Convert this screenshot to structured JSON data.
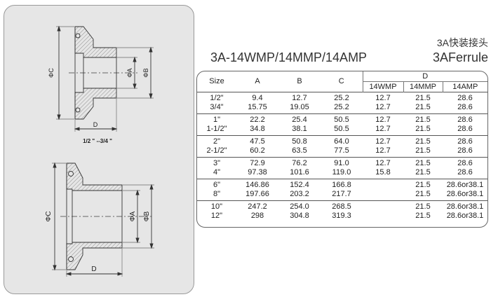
{
  "header": {
    "title_cn": "3A快装接头",
    "title_model": "3A-14WMP/14MMP/14AMP",
    "title_en": "3AFerrule"
  },
  "drawing": {
    "top_caption": "1/2 \" --3/4 \"",
    "dim_c": "ΦC",
    "dim_a": "ΦA",
    "dim_b": "ΦB",
    "dim_d": "D"
  },
  "table": {
    "headers": {
      "size": "Size",
      "a": "A",
      "b": "B",
      "c": "C",
      "d": "D",
      "d_sub": [
        "14WMP",
        "14MMP",
        "14AMP"
      ]
    },
    "groups": [
      {
        "rows": [
          {
            "size": "1/2\"",
            "a": "9.4",
            "b": "12.7",
            "c": "25.2",
            "wmp": "12.7",
            "mmp": "21.5",
            "amp": "28.6"
          },
          {
            "size": "3/4\"",
            "a": "15.75",
            "b": "19.05",
            "c": "25.2",
            "wmp": "12.7",
            "mmp": "21.5",
            "amp": "28.6"
          }
        ]
      },
      {
        "rows": [
          {
            "size": "1\"",
            "a": "22.2",
            "b": "25.4",
            "c": "50.5",
            "wmp": "12.7",
            "mmp": "21.5",
            "amp": "28.6"
          },
          {
            "size": "1-1/2\"",
            "a": "34.8",
            "b": "38.1",
            "c": "50.5",
            "wmp": "12.7",
            "mmp": "21.5",
            "amp": "28.6"
          }
        ]
      },
      {
        "rows": [
          {
            "size": "2\"",
            "a": "47.5",
            "b": "50.8",
            "c": "64.0",
            "wmp": "12.7",
            "mmp": "21.5",
            "amp": "28.6"
          },
          {
            "size": "2-1/2\"",
            "a": "60.2",
            "b": "63.5",
            "c": "77.5",
            "wmp": "12.7",
            "mmp": "21.5",
            "amp": "28.6"
          }
        ]
      },
      {
        "rows": [
          {
            "size": "3\"",
            "a": "72.9",
            "b": "76.2",
            "c": "91.0",
            "wmp": "12.7",
            "mmp": "21.5",
            "amp": "28.6"
          },
          {
            "size": "4\"",
            "a": "97.38",
            "b": "101.6",
            "c": "119.0",
            "wmp": "15.8",
            "mmp": "21.5",
            "amp": "28.6"
          }
        ]
      },
      {
        "rows": [
          {
            "size": "6\"",
            "a": "146.86",
            "b": "152.4",
            "c": "166.8",
            "wmp": "",
            "mmp": "21.5",
            "amp": "28.6or38.1"
          },
          {
            "size": "8\"",
            "a": "197.66",
            "b": "203.2",
            "c": "217.7",
            "wmp": "",
            "mmp": "21.5",
            "amp": "28.6or38.1"
          }
        ]
      },
      {
        "rows": [
          {
            "size": "10\"",
            "a": "247.2",
            "b": "254.0",
            "c": "268.5",
            "wmp": "",
            "mmp": "21.5",
            "amp": "28.6or38.1"
          },
          {
            "size": "12\"",
            "a": "298",
            "b": "304.8",
            "c": "319.3",
            "wmp": "",
            "mmp": "21.5",
            "amp": "28.6or38.1"
          }
        ]
      }
    ]
  }
}
